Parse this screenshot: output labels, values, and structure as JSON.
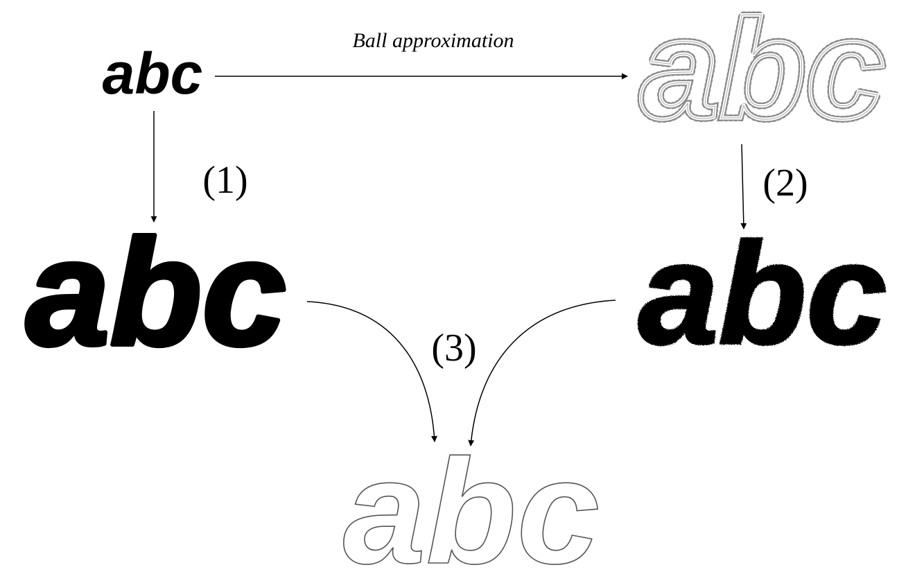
{
  "nodes": {
    "original": "abc",
    "ball_approx": "abc",
    "dilated_exact": "abc",
    "dilated_balls": "abc",
    "difference": "abc"
  },
  "edges": {
    "ball_approximation": "Ball approximation",
    "step1": "(1)",
    "step2": "(2)",
    "step3": "(3)"
  },
  "colors": {
    "ink": "#000000",
    "ball_outline": "#8a8a8a",
    "difference_outline": "#555555"
  }
}
